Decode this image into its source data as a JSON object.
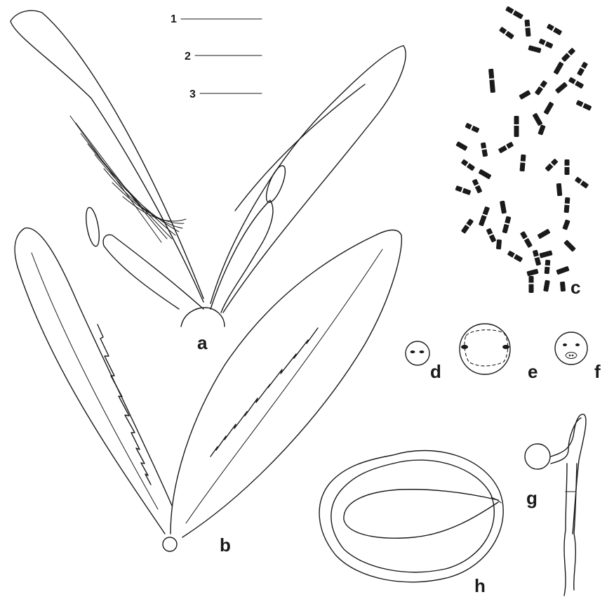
{
  "scale_bars": [
    {
      "label": "1"
    },
    {
      "label": "2"
    },
    {
      "label": "3"
    }
  ],
  "labels": {
    "a": "a",
    "b": "b",
    "c": "c",
    "d": "d",
    "e": "e",
    "f": "f",
    "g": "g",
    "h": "h"
  },
  "colors": {
    "ink": "#1a1a1a",
    "background": "#ffffff"
  }
}
